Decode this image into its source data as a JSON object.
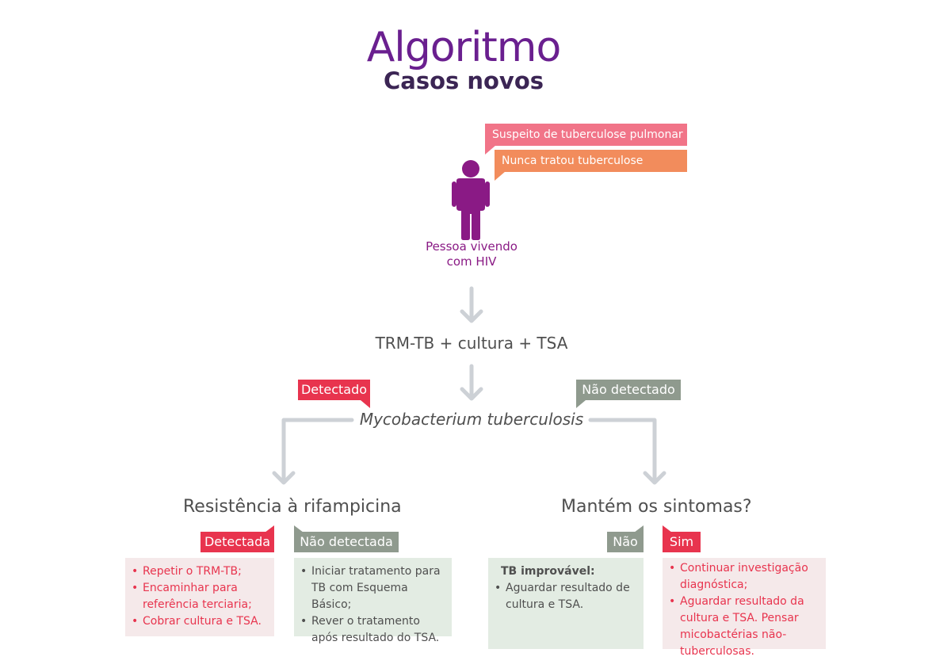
{
  "header": {
    "title": "Algoritmo",
    "subtitle": "Casos novos"
  },
  "speech": {
    "bubble1": "Suspeito de tuberculose pulmonar",
    "bubble2": "Nunca tratou tuberculose"
  },
  "person": {
    "label_line1": "Pessoa vivendo",
    "label_line2": "com HIV"
  },
  "steps": {
    "test": "TRM-TB + cultura + TSA",
    "organism": "Mycobacterium tuberculosis"
  },
  "tags": {
    "detectado": "Detectado",
    "nao_detectado": "Não detectado",
    "detectada": "Detectada",
    "nao_detectada": "Não detectada",
    "nao": "Não",
    "sim": "Sim"
  },
  "questions": {
    "left": "Resistência à rifampicina",
    "right": "Mantém os sintomas?"
  },
  "boxes": {
    "detectada": [
      "Repetir o TRM-TB;",
      "Encaminhar para referência terciaria;",
      "Cobrar cultura e TSA."
    ],
    "nao_detectada": [
      "Iniciar tratamento para TB com Esquema Básico;",
      "Rever o tratamento após resultado do TSA."
    ],
    "nao": {
      "heading": "TB improvável:",
      "items": [
        "Aguardar resultado de cultura e TSA."
      ]
    },
    "sim": [
      "Continuar investigação diagnóstica;",
      "Aguardar resultado da cultura e TSA. Pensar micobactérias não-tuberculosas."
    ]
  },
  "colors": {
    "title": "#6a1f8f",
    "subtitle": "#3b2554",
    "person": "#8a1a85",
    "bubble_pink": "#f17488",
    "bubble_orange": "#f28c5c",
    "red": "#e8344e",
    "gray_tag": "#8f9a8e",
    "arrow": "#cdd1d6",
    "box_red_bg": "#f5e9ea",
    "box_green_bg": "#e3ece3"
  }
}
